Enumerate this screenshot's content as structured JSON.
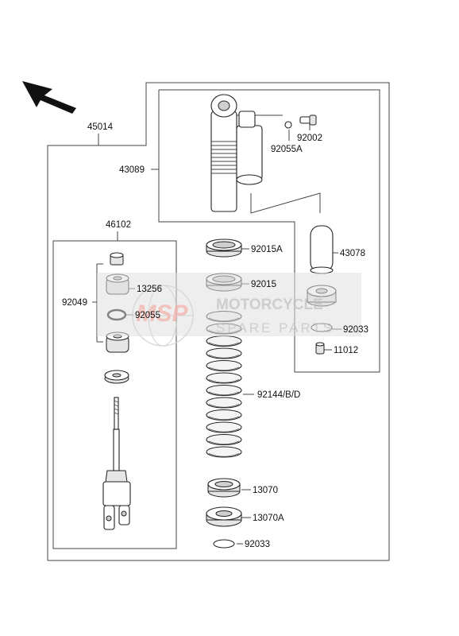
{
  "labels": {
    "assembly": "45014",
    "shock_unit": "43089",
    "bolt": "92002",
    "o_ring_small": "92055A",
    "rod_assembly": "46102",
    "nut_upper": "92015A",
    "nut_lower": "92015",
    "bladder": "43078",
    "bushing": "13256",
    "o_ring": "92055",
    "oil_seal": "92049",
    "circlip": "92033",
    "valve": "11012",
    "spring": "92144/B/D",
    "spring_guide": "13070",
    "spring_guide_a": "13070A",
    "circlip_bottom": "92033"
  },
  "watermark": {
    "logo_text": "MSP",
    "brand_line1": "MOTORCYCLE",
    "brand_line2": "SPARE PARTS"
  },
  "colors": {
    "watermark_box": "#dedede",
    "watermark_logo": "#f2b7b0",
    "watermark_text": "#c6c6c6"
  }
}
